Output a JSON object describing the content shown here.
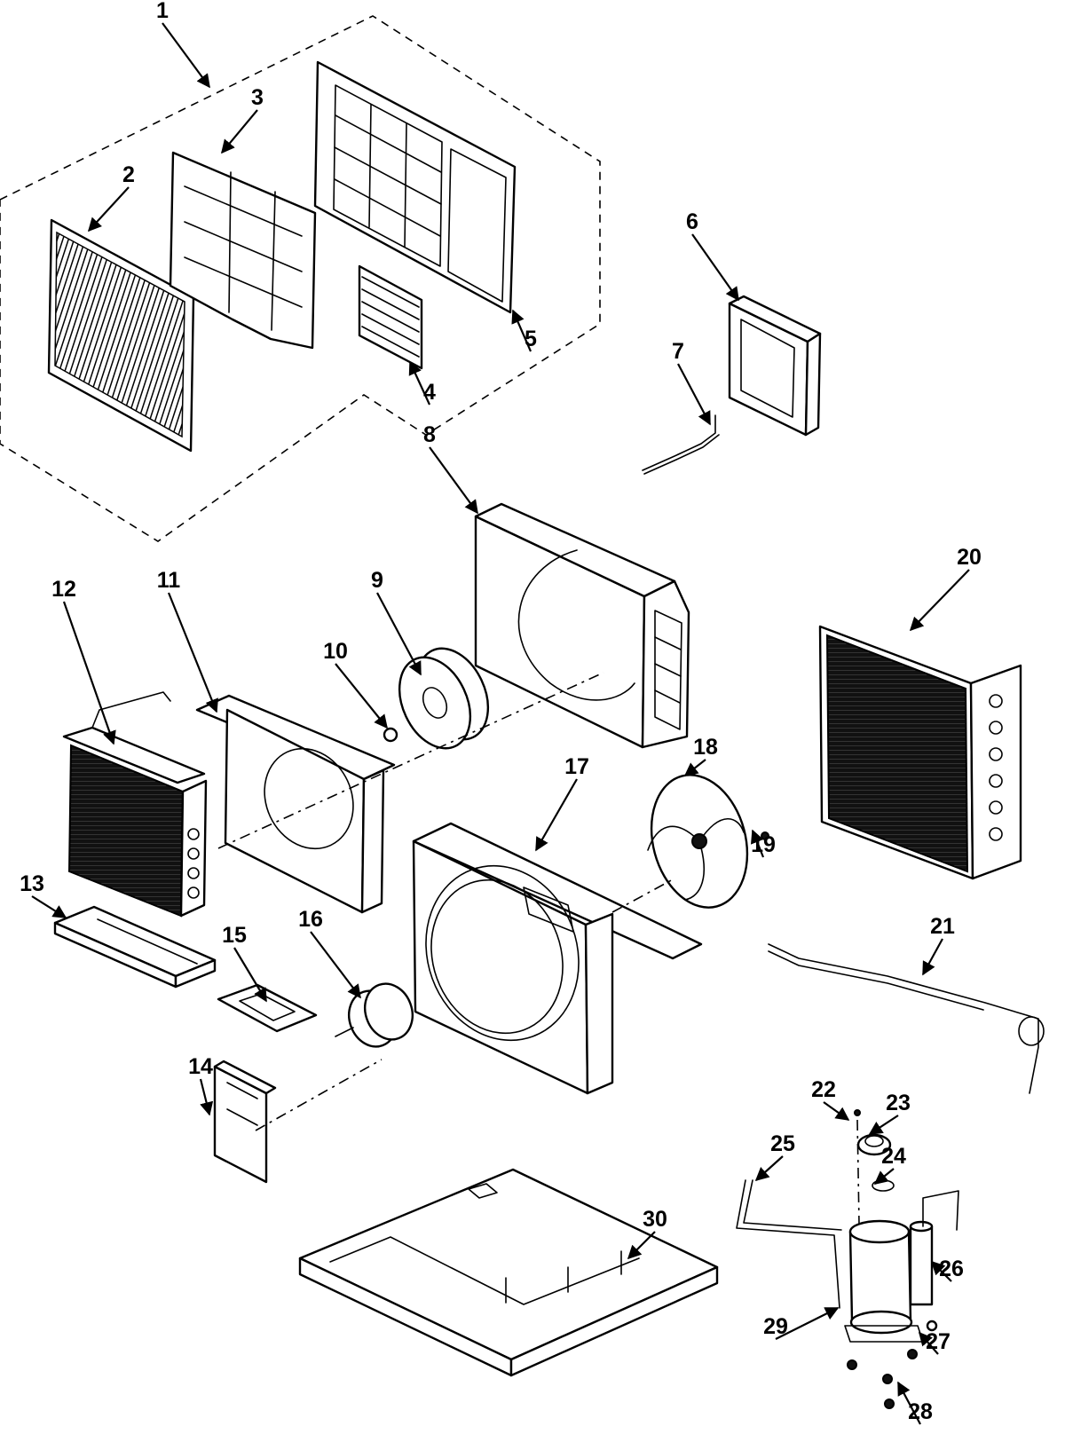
{
  "diagram": {
    "type": "exploded-parts-view",
    "callouts": [
      "1",
      "2",
      "3",
      "4",
      "5",
      "6",
      "7",
      "8",
      "9",
      "10",
      "11",
      "12",
      "13",
      "14",
      "15",
      "16",
      "17",
      "18",
      "19",
      "20",
      "21",
      "22",
      "23",
      "24",
      "25",
      "26",
      "27",
      "28",
      "29",
      "30"
    ]
  }
}
